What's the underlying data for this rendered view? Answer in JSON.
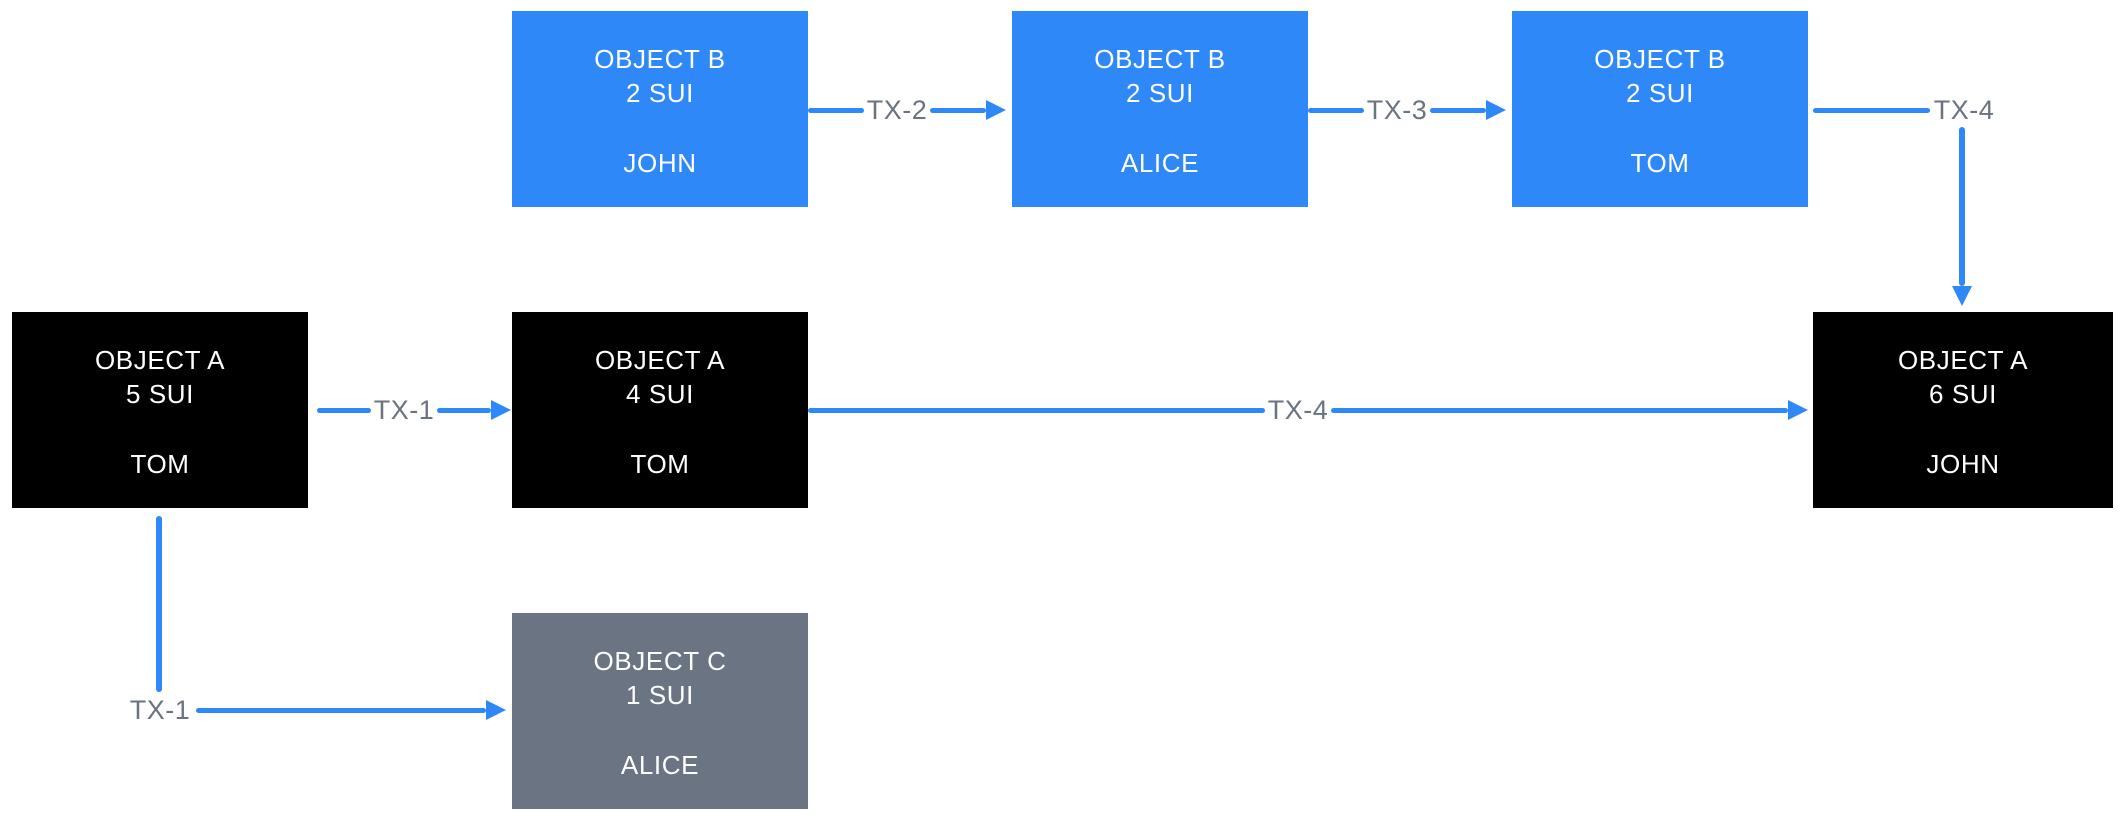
{
  "colors": {
    "node_blue": "#2F88F8",
    "node_black": "#000000",
    "node_gray": "#6A7483",
    "arrow_blue": "#2F88F8",
    "label_gray": "#6A7380",
    "background": "#FFFFFF"
  },
  "nodes": {
    "b1": {
      "title": "OBJECT B",
      "amount": "2 SUI",
      "owner": "JOHN"
    },
    "b2": {
      "title": "OBJECT B",
      "amount": "2 SUI",
      "owner": "ALICE"
    },
    "b3": {
      "title": "OBJECT B",
      "amount": "2 SUI",
      "owner": "TOM"
    },
    "a1": {
      "title": "OBJECT A",
      "amount": "5 SUI",
      "owner": "TOM"
    },
    "a2": {
      "title": "OBJECT A",
      "amount": "4 SUI",
      "owner": "TOM"
    },
    "a3": {
      "title": "OBJECT A",
      "amount": "6 SUI",
      "owner": "JOHN"
    },
    "c1": {
      "title": "OBJECT C",
      "amount": "1 SUI",
      "owner": "ALICE"
    }
  },
  "edges": {
    "tx2": {
      "label": "TX-2"
    },
    "tx3": {
      "label": "TX-3"
    },
    "tx4_top": {
      "label": "TX-4"
    },
    "tx1_mid": {
      "label": "TX-1"
    },
    "tx4_long": {
      "label": "TX-4"
    },
    "tx1_bottom": {
      "label": "TX-1"
    }
  }
}
